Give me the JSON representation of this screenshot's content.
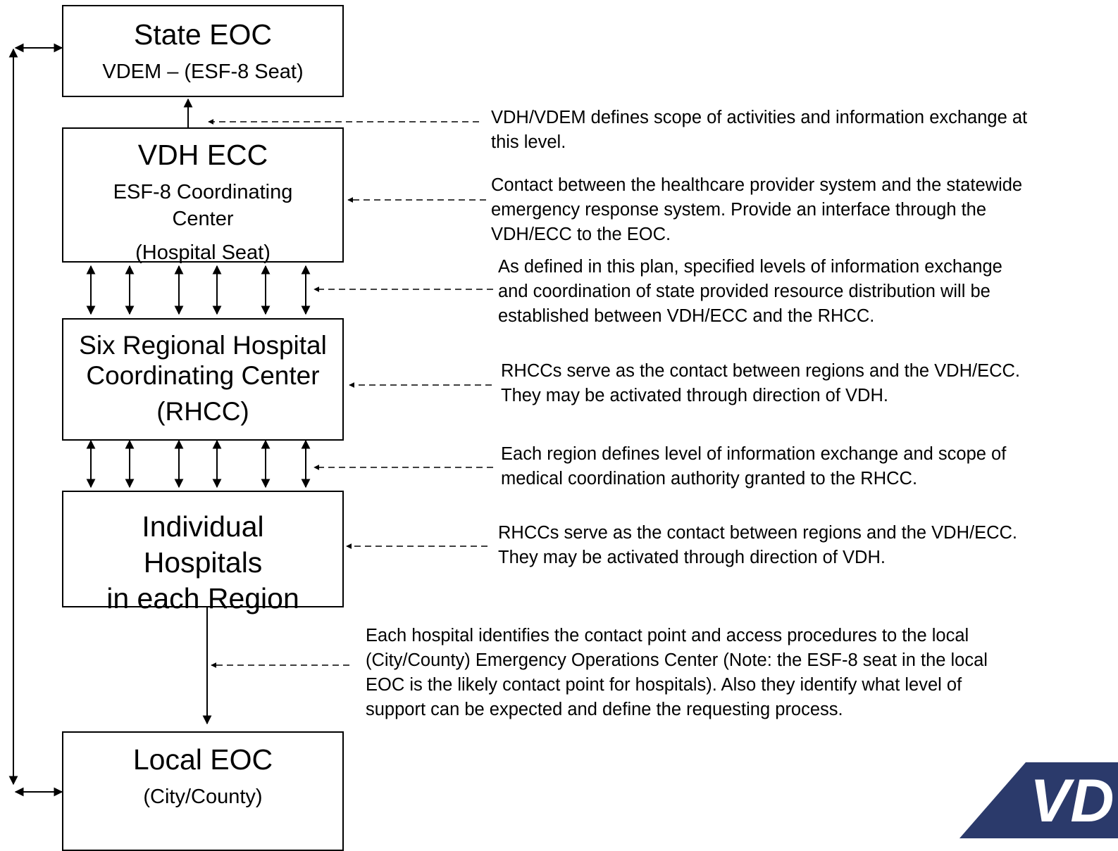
{
  "boxes": {
    "state_eoc": {
      "title": "State EOC",
      "subtitle": "VDEM – (ESF-8 Seat)"
    },
    "vdh_ecc": {
      "title": "VDH ECC",
      "line1": "ESF-8 Coordinating",
      "line2": "Center",
      "line3": "(Hospital Seat)"
    },
    "rhcc": {
      "line1": "Six Regional Hospital",
      "line2": "Coordinating Center",
      "line3": "(RHCC)"
    },
    "hospitals": {
      "line1": "Individual",
      "line2": "Hospitals",
      "line3": "in each Region"
    },
    "local_eoc": {
      "title": "Local EOC",
      "subtitle": "(City/County)"
    }
  },
  "annotations": {
    "state_vdh": [
      "VDH/VDEM defines scope of activities and information exchange at",
      "this level."
    ],
    "vdh_ecc": [
      "Contact between the healthcare provider system and the statewide",
      "emergency response system.  Provide an interface through the",
      "VDH/ECC to the EOC."
    ],
    "vdh_rhcc": [
      "As defined in this plan, specified levels of information exchange",
      "and coordination of state provided resource distribution will be",
      "established between VDH/ECC and the RHCC."
    ],
    "rhcc": [
      "RHCCs serve as the contact between regions and the VDH/ECC.",
      "They may be activated through direction of VDH."
    ],
    "rhcc_hospitals": [
      "Each region defines level of information exchange and scope of",
      "medical coordination authority granted to the RHCC."
    ],
    "hospitals": [
      "RHCCs serve as the contact between regions and the VDH/ECC.",
      "They may be activated through direction of VDH."
    ],
    "hospitals_local": [
      "Each hospital identifies the contact point and access procedures to the local",
      "(City/County) Emergency Operations Center (Note:  the ESF-8 seat in the local",
      "EOC is the likely contact point for hospitals).  Also they identify what level of",
      "support can be expected and define the requesting process."
    ]
  },
  "logo": {
    "text": "VD",
    "color": "#2b3a6b"
  },
  "colors": {
    "line": "#000000",
    "background": "#ffffff"
  }
}
